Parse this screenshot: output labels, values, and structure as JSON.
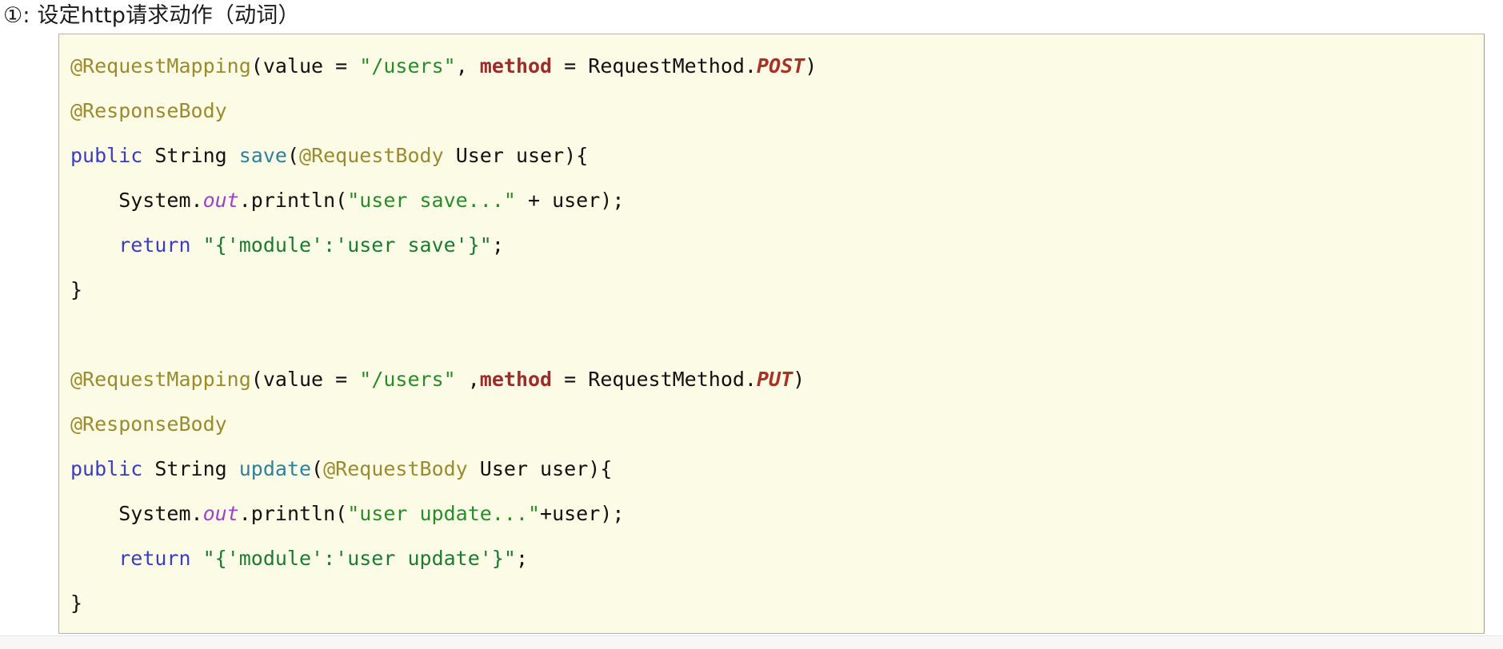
{
  "heading": {
    "text": "①: 设定http请求动作（动词）"
  },
  "colors": {
    "code_background": "#fcfce6",
    "code_border": "#b4b4ac",
    "page_background": "#ffffff",
    "annotation": "#9a8b2e",
    "string": "#288c28",
    "keyword": "#3b3bc6",
    "method_keyword": "#9e2b2b",
    "enum_constant": "#a93226",
    "function_name": "#2f7f9e",
    "static_field": "#9b3fd1",
    "plain_text": "#111111"
  },
  "code": {
    "language": "java",
    "lines": [
      {
        "id": "line-1",
        "tokens": [
          {
            "t": "@RequestMapping",
            "c": "annotation"
          },
          {
            "t": "(",
            "c": "plain"
          },
          {
            "t": "value",
            "c": "plain"
          },
          {
            "t": " = ",
            "c": "plain"
          },
          {
            "t": "\"/users\"",
            "c": "string"
          },
          {
            "t": ", ",
            "c": "plain"
          },
          {
            "t": "method",
            "c": "method-kw"
          },
          {
            "t": " = ",
            "c": "plain"
          },
          {
            "t": "RequestMethod.",
            "c": "plain"
          },
          {
            "t": "POST",
            "c": "enum"
          },
          {
            "t": ")",
            "c": "plain"
          }
        ]
      },
      {
        "id": "line-2",
        "tokens": [
          {
            "t": "@ResponseBody",
            "c": "annotation"
          }
        ]
      },
      {
        "id": "line-3",
        "tokens": [
          {
            "t": "public",
            "c": "keyword"
          },
          {
            "t": " String ",
            "c": "plain"
          },
          {
            "t": "save",
            "c": "fn"
          },
          {
            "t": "(",
            "c": "plain"
          },
          {
            "t": "@RequestBody",
            "c": "annotation"
          },
          {
            "t": " User user){",
            "c": "plain"
          }
        ]
      },
      {
        "id": "line-4",
        "tokens": [
          {
            "t": "    System.",
            "c": "plain"
          },
          {
            "t": "out",
            "c": "field"
          },
          {
            "t": ".println(",
            "c": "plain"
          },
          {
            "t": "\"user save...\"",
            "c": "string"
          },
          {
            "t": " + user);",
            "c": "plain"
          }
        ]
      },
      {
        "id": "line-5",
        "tokens": [
          {
            "t": "    ",
            "c": "plain"
          },
          {
            "t": "return",
            "c": "keyword"
          },
          {
            "t": " ",
            "c": "plain"
          },
          {
            "t": "\"{'module':'user save'}\"",
            "c": "string-dk"
          },
          {
            "t": ";",
            "c": "plain"
          }
        ]
      },
      {
        "id": "line-6",
        "tokens": [
          {
            "t": "}",
            "c": "plain"
          }
        ]
      },
      {
        "id": "line-7",
        "tokens": []
      },
      {
        "id": "line-8",
        "tokens": [
          {
            "t": "@RequestMapping",
            "c": "annotation"
          },
          {
            "t": "(",
            "c": "plain"
          },
          {
            "t": "value",
            "c": "plain"
          },
          {
            "t": " = ",
            "c": "plain"
          },
          {
            "t": "\"/users\"",
            "c": "string"
          },
          {
            "t": " ,",
            "c": "plain"
          },
          {
            "t": "method",
            "c": "method-kw"
          },
          {
            "t": " = ",
            "c": "plain"
          },
          {
            "t": "RequestMethod.",
            "c": "plain"
          },
          {
            "t": "PUT",
            "c": "enum"
          },
          {
            "t": ")",
            "c": "plain"
          }
        ]
      },
      {
        "id": "line-9",
        "tokens": [
          {
            "t": "@ResponseBody",
            "c": "annotation"
          }
        ]
      },
      {
        "id": "line-10",
        "tokens": [
          {
            "t": "public",
            "c": "keyword"
          },
          {
            "t": " String ",
            "c": "plain"
          },
          {
            "t": "update",
            "c": "fn"
          },
          {
            "t": "(",
            "c": "plain"
          },
          {
            "t": "@RequestBody",
            "c": "annotation"
          },
          {
            "t": " User user){",
            "c": "plain"
          }
        ]
      },
      {
        "id": "line-11",
        "tokens": [
          {
            "t": "    System.",
            "c": "plain"
          },
          {
            "t": "out",
            "c": "field"
          },
          {
            "t": ".println(",
            "c": "plain"
          },
          {
            "t": "\"user update...\"",
            "c": "string"
          },
          {
            "t": "+user);",
            "c": "plain"
          }
        ]
      },
      {
        "id": "line-12",
        "tokens": [
          {
            "t": "    ",
            "c": "plain"
          },
          {
            "t": "return",
            "c": "keyword"
          },
          {
            "t": " ",
            "c": "plain"
          },
          {
            "t": "\"{'module':'user update'}\"",
            "c": "string-dk"
          },
          {
            "t": ";",
            "c": "plain"
          }
        ]
      },
      {
        "id": "line-13",
        "tokens": [
          {
            "t": "}",
            "c": "plain"
          }
        ]
      }
    ]
  }
}
